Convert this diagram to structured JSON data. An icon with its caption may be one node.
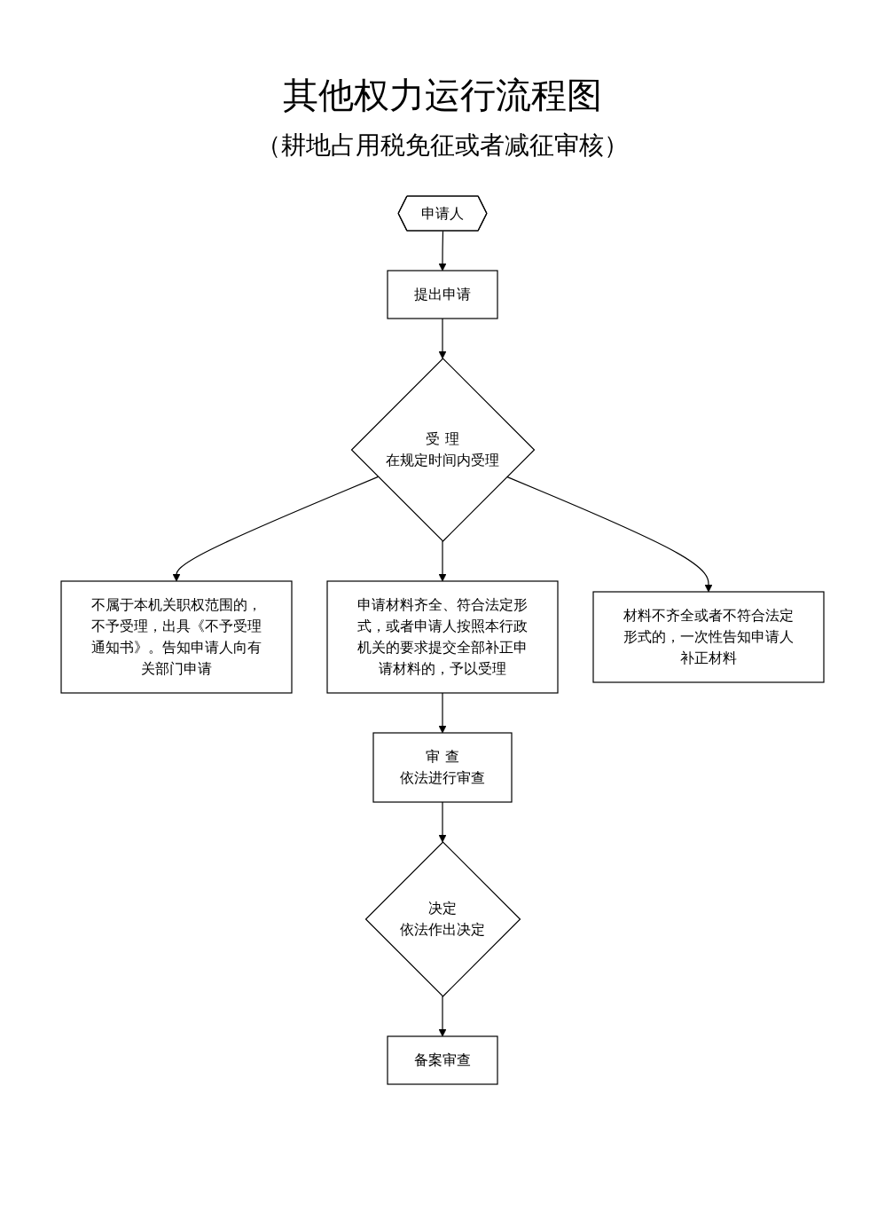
{
  "diagram": {
    "title": "其他权力运行流程图",
    "nodes": [
      {
        "text": [
          "申请人"
        ]
      },
      {
        "text": [
          "提出申请"
        ]
      },
      {
        "text": [
          "受 理",
          "在规定时间内受理"
        ]
      },
      {
        "text": [
          "不属于本机关职权范围的，不予受理，出具《不予受理通知书》。告知申请人向有关部门申请"
        ]
      },
      {
        "text": [
          "申请材料齐全、符合法定形式，或者申请人按照本行政机关的要求提交全部补正申请材料的，予以受理"
        ]
      },
      {
        "text": [
          "材料不齐全或者不符合法定形式的，一次性告知申请人补正材料"
        ]
      },
      {
        "text": [
          "审 查",
          "依法进行审查"
        ]
      },
      {
        "text": [
          "决定",
          "依法作出决定"
        ]
      },
      {
        "text": [
          "备案审查"
        ]
      }
    ],
    "edges": [
      {
        "from": 0,
        "to": 1,
        "arrow": "to"
      },
      {
        "from": 1,
        "to": 2,
        "arrow": "to"
      },
      {
        "from": 2,
        "to": 3,
        "arrow": "to"
      },
      {
        "from": 2,
        "to": 4,
        "arrow": "to"
      },
      {
        "from": 2,
        "to": 5,
        "arrow": "to"
      },
      {
        "from": 4,
        "to": 6,
        "arrow": "to"
      },
      {
        "from": 6,
        "to": 7,
        "arrow": "to"
      },
      {
        "from": 7,
        "to": 8,
        "arrow": "to"
      }
    ],
    "labels": [
      "（耕地占用税免征或者减征审核）"
    ]
  }
}
